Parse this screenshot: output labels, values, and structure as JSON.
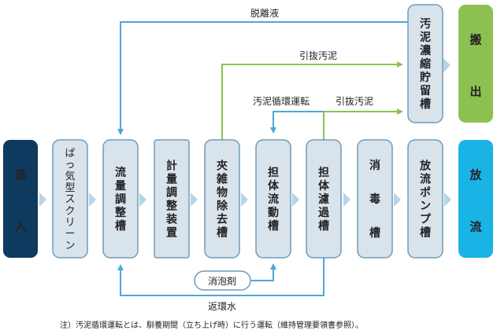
{
  "colors": {
    "inflow_box": "#0f3a5f",
    "process_box": "#d9e3eb",
    "process_border": "#6f9bbb",
    "outflow_box": "#1ab3e6",
    "carry_out_box": "#8cc151",
    "arrow_blue": "#4fa6d9",
    "arrow_green": "#8cc151"
  },
  "nodes": {
    "inflow": "流入",
    "screen": "ばっ気型スクリーン",
    "flow_adjust": "流量調整槽",
    "metering": "計量調整装置",
    "debris_removal": "夾雑物除去槽",
    "carrier_fluid": "担体流動槽",
    "carrier_filter": "担体濾過槽",
    "disinfection": "消毒槽",
    "discharge_pump": "放流ポンプ槽",
    "outflow": "放流",
    "sludge_tank": "汚泥濃縮貯留槽",
    "carry_out": "搬出",
    "defoamer": "消泡剤"
  },
  "edge_labels": {
    "dewatering_liquid": "脱離液",
    "sludge_withdrawal_1": "引抜汚泥",
    "sludge_circulation": "汚泥循環運転",
    "sludge_withdrawal_2": "引抜汚泥",
    "return_water": "返環水"
  },
  "footnote": "注）汚泥循環運転とは、馴養期間（立ち上げ時）に行う運転（維持管理要領書参照）。"
}
